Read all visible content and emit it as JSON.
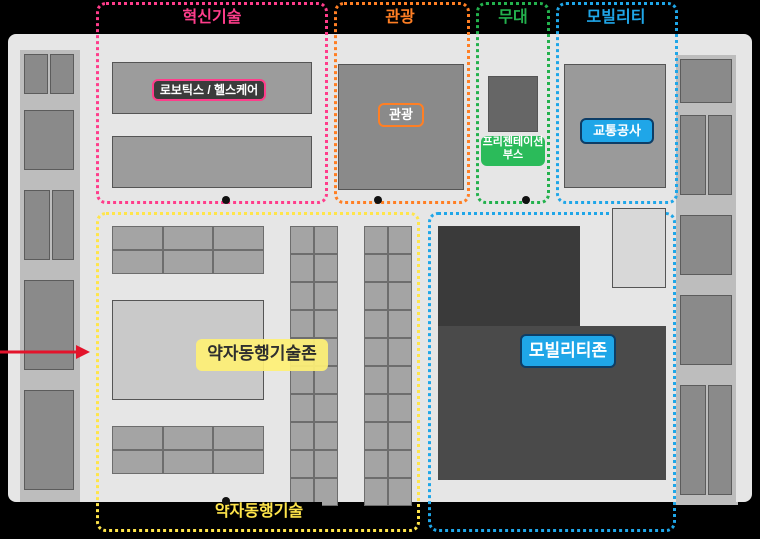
{
  "zones": {
    "innovation": {
      "title": "혁신기술",
      "color": "#ff3d8b"
    },
    "tourism": {
      "title": "관광",
      "color": "#ff7f24"
    },
    "stage": {
      "title": "무대",
      "color": "#23b14d"
    },
    "mobility": {
      "title": "모빌리티",
      "color": "#1fa6e8"
    },
    "weak_top": {
      "color": "#ffe54a"
    },
    "weak_bottom": {
      "title": "약자동행기술",
      "color": "#ffe54a"
    },
    "mobility_bottom": {
      "color": "#1fa6e8"
    }
  },
  "labels": {
    "robotics": "로보틱스 / 헬스케어",
    "tourism": "관광",
    "presentation": "프리젠테이션\n부스",
    "transport": "교통공사",
    "weak_zone": "약자동행기술존",
    "mobility_zone": "모빌리티존"
  },
  "colors": {
    "robotics_bg": "#3b3b3b",
    "robotics_border": "#ff3d8b",
    "tourism_bg": "#8a8a8a",
    "tourism_border": "#ff7f24",
    "presentation_bg": "#2bbb5a",
    "transport_bg": "#1fa6e8",
    "weak_zone_bg": "#fff176",
    "mobility_zone_bg": "#1fa6e8",
    "arrow": "#e3132b"
  },
  "icons": [
    "entrance-arrow-icon"
  ]
}
